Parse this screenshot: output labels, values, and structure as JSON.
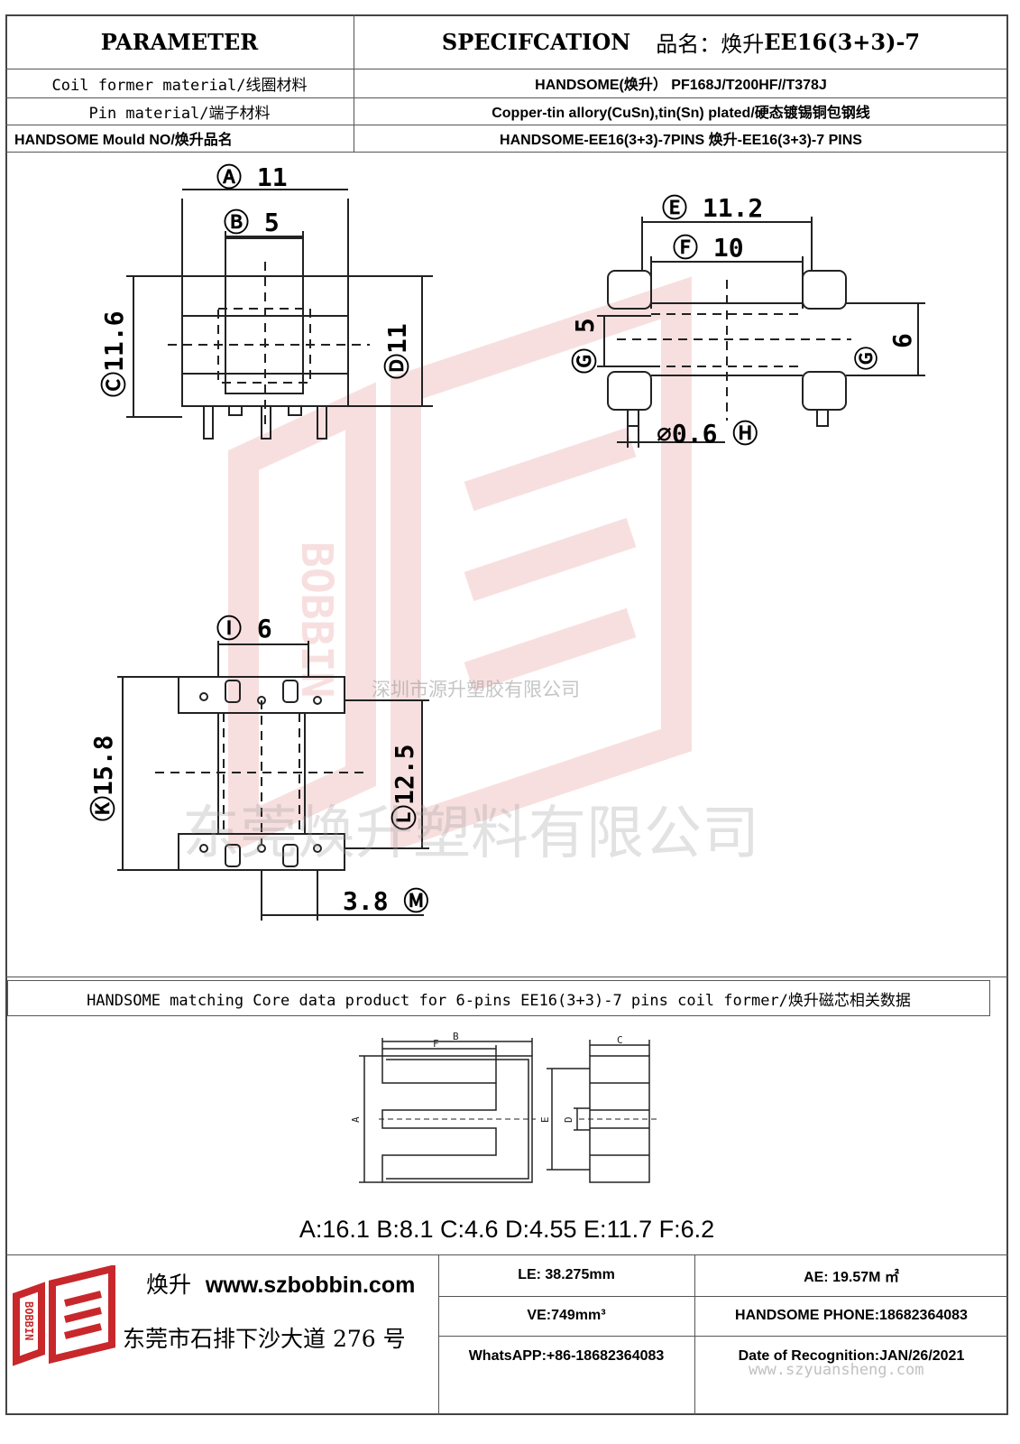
{
  "header": {
    "parameter_label": "PARAMETER",
    "spec_label": "SPECIFCATION",
    "product_name_label": "品名：焕升",
    "product_code": "EE16(3+3)-7"
  },
  "rows": [
    {
      "label": "Coil former material/线圈材料",
      "value": "HANDSOME(焕升）   PF168J/T200HF//T378J"
    },
    {
      "label": "Pin material/端子材料",
      "value": "Copper-tin allory(CuSn),tin(Sn) plated/硬态镀锡铜包钢线"
    },
    {
      "label": "HANDSOME Mould NO/焕升品名",
      "value": "HANDSOME-EE16(3+3)-7PINS    焕升-EE16(3+3)-7 PINS"
    }
  ],
  "drawing": {
    "front": {
      "dim_A": "Ⓐ 11",
      "dim_B": "Ⓑ 5",
      "dim_C": "Ⓒ11.6",
      "dim_D": "Ⓓ11"
    },
    "side": {
      "dim_E": "Ⓔ 11.2",
      "dim_F": "Ⓕ 10",
      "dim_G5": "Ⓖ 5",
      "dim_G6": "6",
      "dim_G": "Ⓖ",
      "dim_H": "⌀0.6 Ⓗ"
    },
    "bottom": {
      "dim_I": "Ⓘ 6",
      "dim_K": "Ⓚ15.8",
      "dim_L": "Ⓛ12.5",
      "dim_M": "3.8 Ⓜ"
    }
  },
  "core": {
    "title": "HANDSOME matching Core data  product for 6-pins EE16(3+3)-7 pins coil former/焕升磁芯相关数据",
    "labels": {
      "A": "A",
      "B": "B",
      "C": "C",
      "D": "D",
      "E": "E",
      "F": "F"
    },
    "dims_text": "A:16.1 B:8.1 C:4.6 D:4.55 E:11.7 F:6.2"
  },
  "footer": {
    "brand": "焕升",
    "website": "www.szbobbin.com",
    "address": "东莞市石排下沙大道 276 号",
    "logo_text": "BOBBIN",
    "le": "LE: 38.275mm",
    "ae": "AE: 19.57M ㎡",
    "ve": "VE:749mm³",
    "phone": "HANDSOME PHONE:18682364083",
    "whatsapp": "WhatsAPP:+86-18682364083",
    "date": "Date of Recognition:JAN/26/2021"
  },
  "watermarks": {
    "company_big": "东莞焕升塑料有限公司",
    "company_small": "深圳市源升塑胶有限公司",
    "url": "www.szyuansheng.com",
    "logo_text": "BOBBIN"
  },
  "colors": {
    "watermark_red": "#e8a0a0",
    "line": "#444444",
    "logo_red": "#c8282b"
  }
}
